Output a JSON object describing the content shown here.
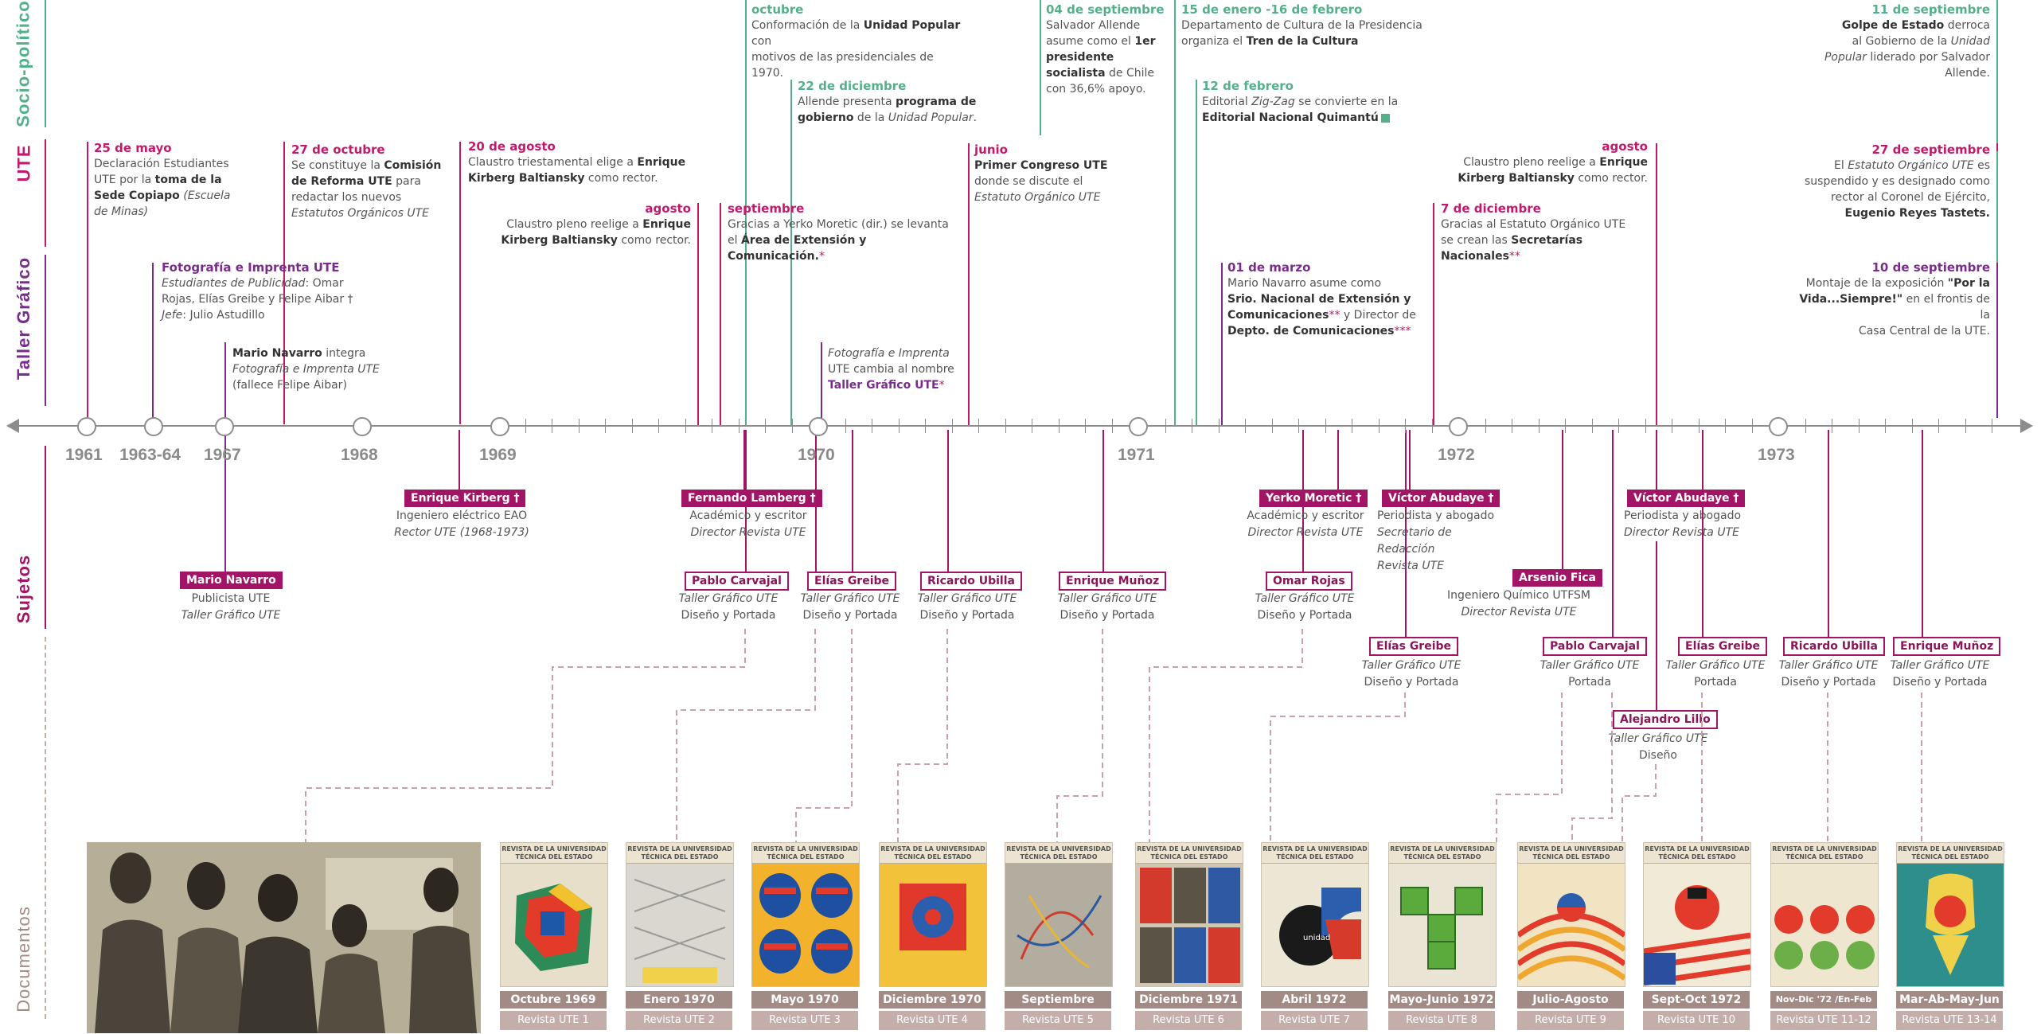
{
  "rows": {
    "socio": "Socio-político",
    "ute": "UTE",
    "taller": "Taller Gráfico",
    "sujetos": "Sujetos",
    "documentos": "Documentos"
  },
  "colors": {
    "green": "#52b08a",
    "magenta": "#c4186d",
    "purple": "#7a2c8c",
    "gray": "#8c8c8c"
  },
  "years": [
    "1961",
    "1963-64",
    "1967",
    "1968",
    "1969",
    "1970",
    "1971",
    "1972",
    "1973"
  ],
  "socio_events": {
    "e1_date": "octubre",
    "e1_t1": "Conformación de la ",
    "e1_b1": "Unidad Popular",
    "e1_t2": " con",
    "e1_t3": "motivos de las presidenciales de 1970.",
    "e2_date": "22 de diciembre",
    "e2_t1": "Allende presenta ",
    "e2_b1": "programa de",
    "e2_b2": "gobierno",
    "e2_t2": " de la ",
    "e2_i1": "Unidad Popular",
    "e3_date": "04 de septiembre",
    "e3_l1": "Salvador Allende",
    "e3_l2a": "asume como el ",
    "e3_l2b": "1er",
    "e3_l3": "presidente",
    "e3_l4": "socialista",
    "e3_l4b": " de Chile",
    "e3_l5": "con 36,6% apoyo.",
    "e4_date": "15 de enero -16 de febrero",
    "e4_l1": "Departamento de Cultura de la Presidencia",
    "e4_l2a": "organiza el ",
    "e4_l2b": "Tren de la Cultura",
    "e5_date": "12 de febrero",
    "e5_l1a": "Editorial ",
    "e5_l1b": "Zig-Zag",
    "e5_l1c": " se convierte en la",
    "e5_l2": "Editorial Nacional Quimantú",
    "e6_date": "11 de septiembre",
    "e6_l1a": "Golpe de Estado",
    "e6_l1b": " derroca",
    "e6_l2a": "al Gobierno de la ",
    "e6_l2b": "Unidad",
    "e6_l3a": "Popular",
    "e6_l3b": " liderado por Salvador",
    "e6_l4": "Allende."
  },
  "ute_events": {
    "u1_date": "25 de mayo",
    "u1_l1": "Declaración Estudiantes",
    "u1_l2a": "UTE por la ",
    "u1_l2b": "toma de la",
    "u1_l3a": "Sede Copiapo",
    "u1_l3b": " (Escuela",
    "u1_l4": "de Minas)",
    "u2_date": "27 de octubre",
    "u2_l1a": "Se constituye la ",
    "u2_l1b": "Comisión",
    "u2_l2a": "de Reforma UTE",
    "u2_l2b": " para",
    "u2_l3": "redactar los nuevos",
    "u2_l4": "Estatutos Orgánicos UTE",
    "u3_date": "20 de agosto",
    "u3_l1a": "Claustro triestamental elige a ",
    "u3_l1b": "Enrique",
    "u3_l2a": "Kirberg Baltiansky",
    "u3_l2b": " como rector.",
    "u4_date": "agosto",
    "u4_l1a": "Claustro pleno reelige a ",
    "u4_l1b": "Enrique",
    "u4_l2a": "Kirberg Baltiansky",
    "u4_l2b": " como rector.",
    "u5_date": "septiembre",
    "u5_l1": "Gracias a Yerko Moretic (dir.) se levanta",
    "u5_l2a": "el ",
    "u5_l2b": "Área de Extensión y Comunicación.",
    "u5_l2c": "*",
    "u6_date": "junio",
    "u6_l1": "Primer Congreso UTE",
    "u6_l2": "donde se discute el",
    "u6_l3": "Estatuto Orgánico UTE",
    "u7_date": "agosto",
    "u7_l1a": "Claustro pleno reelige a ",
    "u7_l1b": "Enrique",
    "u7_l2a": "Kirberg Baltiansky",
    "u7_l2b": " como rector.",
    "u8_date": "7 de diciembre",
    "u8_l1": "Gracias al Estatuto Orgánico UTE",
    "u8_l2a": "se crean las ",
    "u8_l2b": "Secretarías Nacionales",
    "u8_l2c": "**",
    "u9_date": "27 de septiembre",
    "u9_l1a": "El ",
    "u9_l1b": "Estatuto Orgánico UTE",
    "u9_l1c": " es",
    "u9_l2": "suspendido y es designado como",
    "u9_l3": "rector al Coronel de Ejército,",
    "u9_l4": "Eugenio Reyes Tastets."
  },
  "taller_events": {
    "t1_title": "Fotografía e Imprenta UTE",
    "t1_l1a": "Estudiantes de Publicidad",
    "t1_l1b": ": Omar",
    "t1_l2": "Rojas, Elías Greibe y Felipe Aibar †",
    "t1_l3a": "Jefe",
    "t1_l3b": ": Julio Astudillo",
    "t2_l1a": "Mario Navarro",
    "t2_l1b": " integra",
    "t2_l2": "Fotografía e Imprenta UTE",
    "t2_l3": "(fallece Felipe Aibar)",
    "t3_l1": "Fotografía e Imprenta",
    "t3_l2": "UTE cambia al nombre",
    "t3_l3a": "Taller Gráfico UTE",
    "t3_l3b": "*",
    "t4_date": "01 de marzo",
    "t4_l1": "Mario Navarro asume como",
    "t4_l2": "Srio. Nacional de Extensión y",
    "t4_l3a": "Comunicaciones",
    "t4_l3b": "**",
    "t4_l3c": " y Director de",
    "t4_l4a": "Depto. de Comunicaciones",
    "t4_l4b": "***",
    "t5_date": "10 de septiembre",
    "t5_l1a": "Montaje de la exposición ",
    "t5_l1b": "\"Por la",
    "t5_l2a": "Vida...Siempre!\"",
    "t5_l2b": " en el frontis de la",
    "t5_l3": "Casa Central de la UTE."
  },
  "subjects": {
    "navarro": {
      "name": "Mario Navarro",
      "l1": "Publicista UTE",
      "l2": "Taller Gráfico UTE"
    },
    "kirberg": {
      "name": "Enrique Kirberg †",
      "l1": "Ingeniero eléctrico EAO",
      "l2": "Rector UTE (1968-1973)"
    },
    "lamberg": {
      "name": "Fernando Lamberg †",
      "l1": "Académico y escritor",
      "l2": "Director Revista UTE"
    },
    "carvajal1": {
      "name": "Pablo Carvajal",
      "l1": "Taller Gráfico UTE",
      "l2": "Diseño y Portada"
    },
    "greibe1": {
      "name": "Elías Greibe",
      "l1": "Taller Gráfico UTE",
      "l2": "Diseño y Portada"
    },
    "ubilla1": {
      "name": "Ricardo Ubilla",
      "l1": "Taller Gráfico UTE",
      "l2": "Diseño y Portada"
    },
    "munoz1": {
      "name": "Enrique Muñoz",
      "l1": "Taller Gráfico UTE",
      "l2": "Diseño y Portada"
    },
    "moretic": {
      "name": "Yerko Moretic †",
      "l1": "Académico y escritor",
      "l2": "Director Revista UTE"
    },
    "rojas": {
      "name": "Omar Rojas",
      "l1": "Taller Gráfico UTE",
      "l2": "Diseño y Portada"
    },
    "abudaye1": {
      "name": "Víctor Abudaye †",
      "l1": "Periodista y abogado",
      "l2": "Secretario de Redacción",
      "l3": "Revista UTE"
    },
    "greibe2": {
      "name": "Elías Greibe",
      "l1": "Taller Gráfico UTE",
      "l2": "Diseño y Portada"
    },
    "fica": {
      "name": "Arsenio Fica",
      "l1": "Ingeniero Químico UTFSM",
      "l2": "Director Revista UTE"
    },
    "carvajal2": {
      "name": "Pablo Carvajal",
      "l1": "Taller Gráfico UTE",
      "l2": "Portada"
    },
    "lillo": {
      "name": "Alejandro Lillo",
      "l1": "Taller Gráfico UTE",
      "l2": "Diseño"
    },
    "abudaye2": {
      "name": "Víctor Abudaye †",
      "l1": "Periodista y abogado",
      "l2": "Director Revista UTE"
    },
    "greibe3": {
      "name": "Elías Greibe",
      "l1": "Taller Gráfico UTE",
      "l2": "Portada"
    },
    "ubilla2": {
      "name": "Ricardo Ubilla",
      "l1": "Taller Gráfico UTE",
      "l2": "Diseño y Portada"
    },
    "munoz2": {
      "name": "Enrique Muñoz",
      "l1": "Taller Gráfico UTE",
      "l2": "Diseño y Portada"
    }
  },
  "documents": [
    {
      "date": "Octubre 1969",
      "label": "Revista UTE 1"
    },
    {
      "date": "Enero 1970",
      "label": "Revista UTE 2"
    },
    {
      "date": "Mayo 1970",
      "label": "Revista UTE 3"
    },
    {
      "date": "Diciembre 1970",
      "label": "Revista UTE 4"
    },
    {
      "date": "Septiembre 1971",
      "label": "Revista UTE 5"
    },
    {
      "date": "Diciembre 1971",
      "label": "Revista UTE 6"
    },
    {
      "date": "Abril 1972",
      "label": "Revista UTE 7"
    },
    {
      "date": "Mayo-Junio 1972",
      "label": "Revista UTE 8"
    },
    {
      "date": "Julio-Agosto 1972",
      "label": "Revista UTE 9"
    },
    {
      "date": "Sept-Oct 1972",
      "label": "Revista UTE 10"
    },
    {
      "date": "Nov-Dic '72 /En-Feb '73",
      "label": "Revista UTE 11-12"
    },
    {
      "date": "Mar-Ab-May-Jun '73",
      "label": "Revista UTE 13-14"
    }
  ],
  "cover_masthead": "REVISTA DE LA UNIVERSIDAD TÉCNICA DEL ESTADO"
}
